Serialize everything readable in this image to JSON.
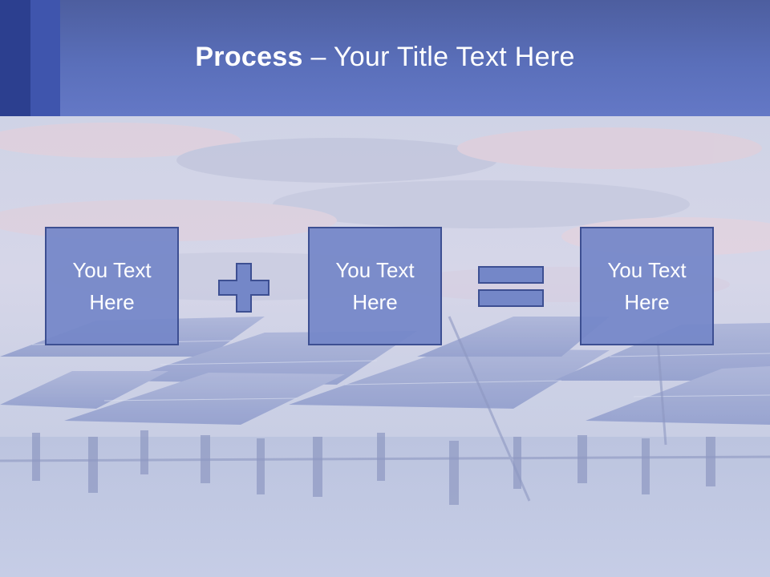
{
  "slide": {
    "title_bold": "Process",
    "title_rest": " – Your Title Text Here",
    "boxes": [
      {
        "label": "You Text\nHere"
      },
      {
        "label": "You Text\nHere"
      },
      {
        "label": "You Text\nHere"
      }
    ],
    "operators": [
      "plus",
      "equals"
    ]
  },
  "colors": {
    "header": "#5a6fba",
    "box_fill": "#7487c8",
    "box_border": "#3d4f92"
  }
}
